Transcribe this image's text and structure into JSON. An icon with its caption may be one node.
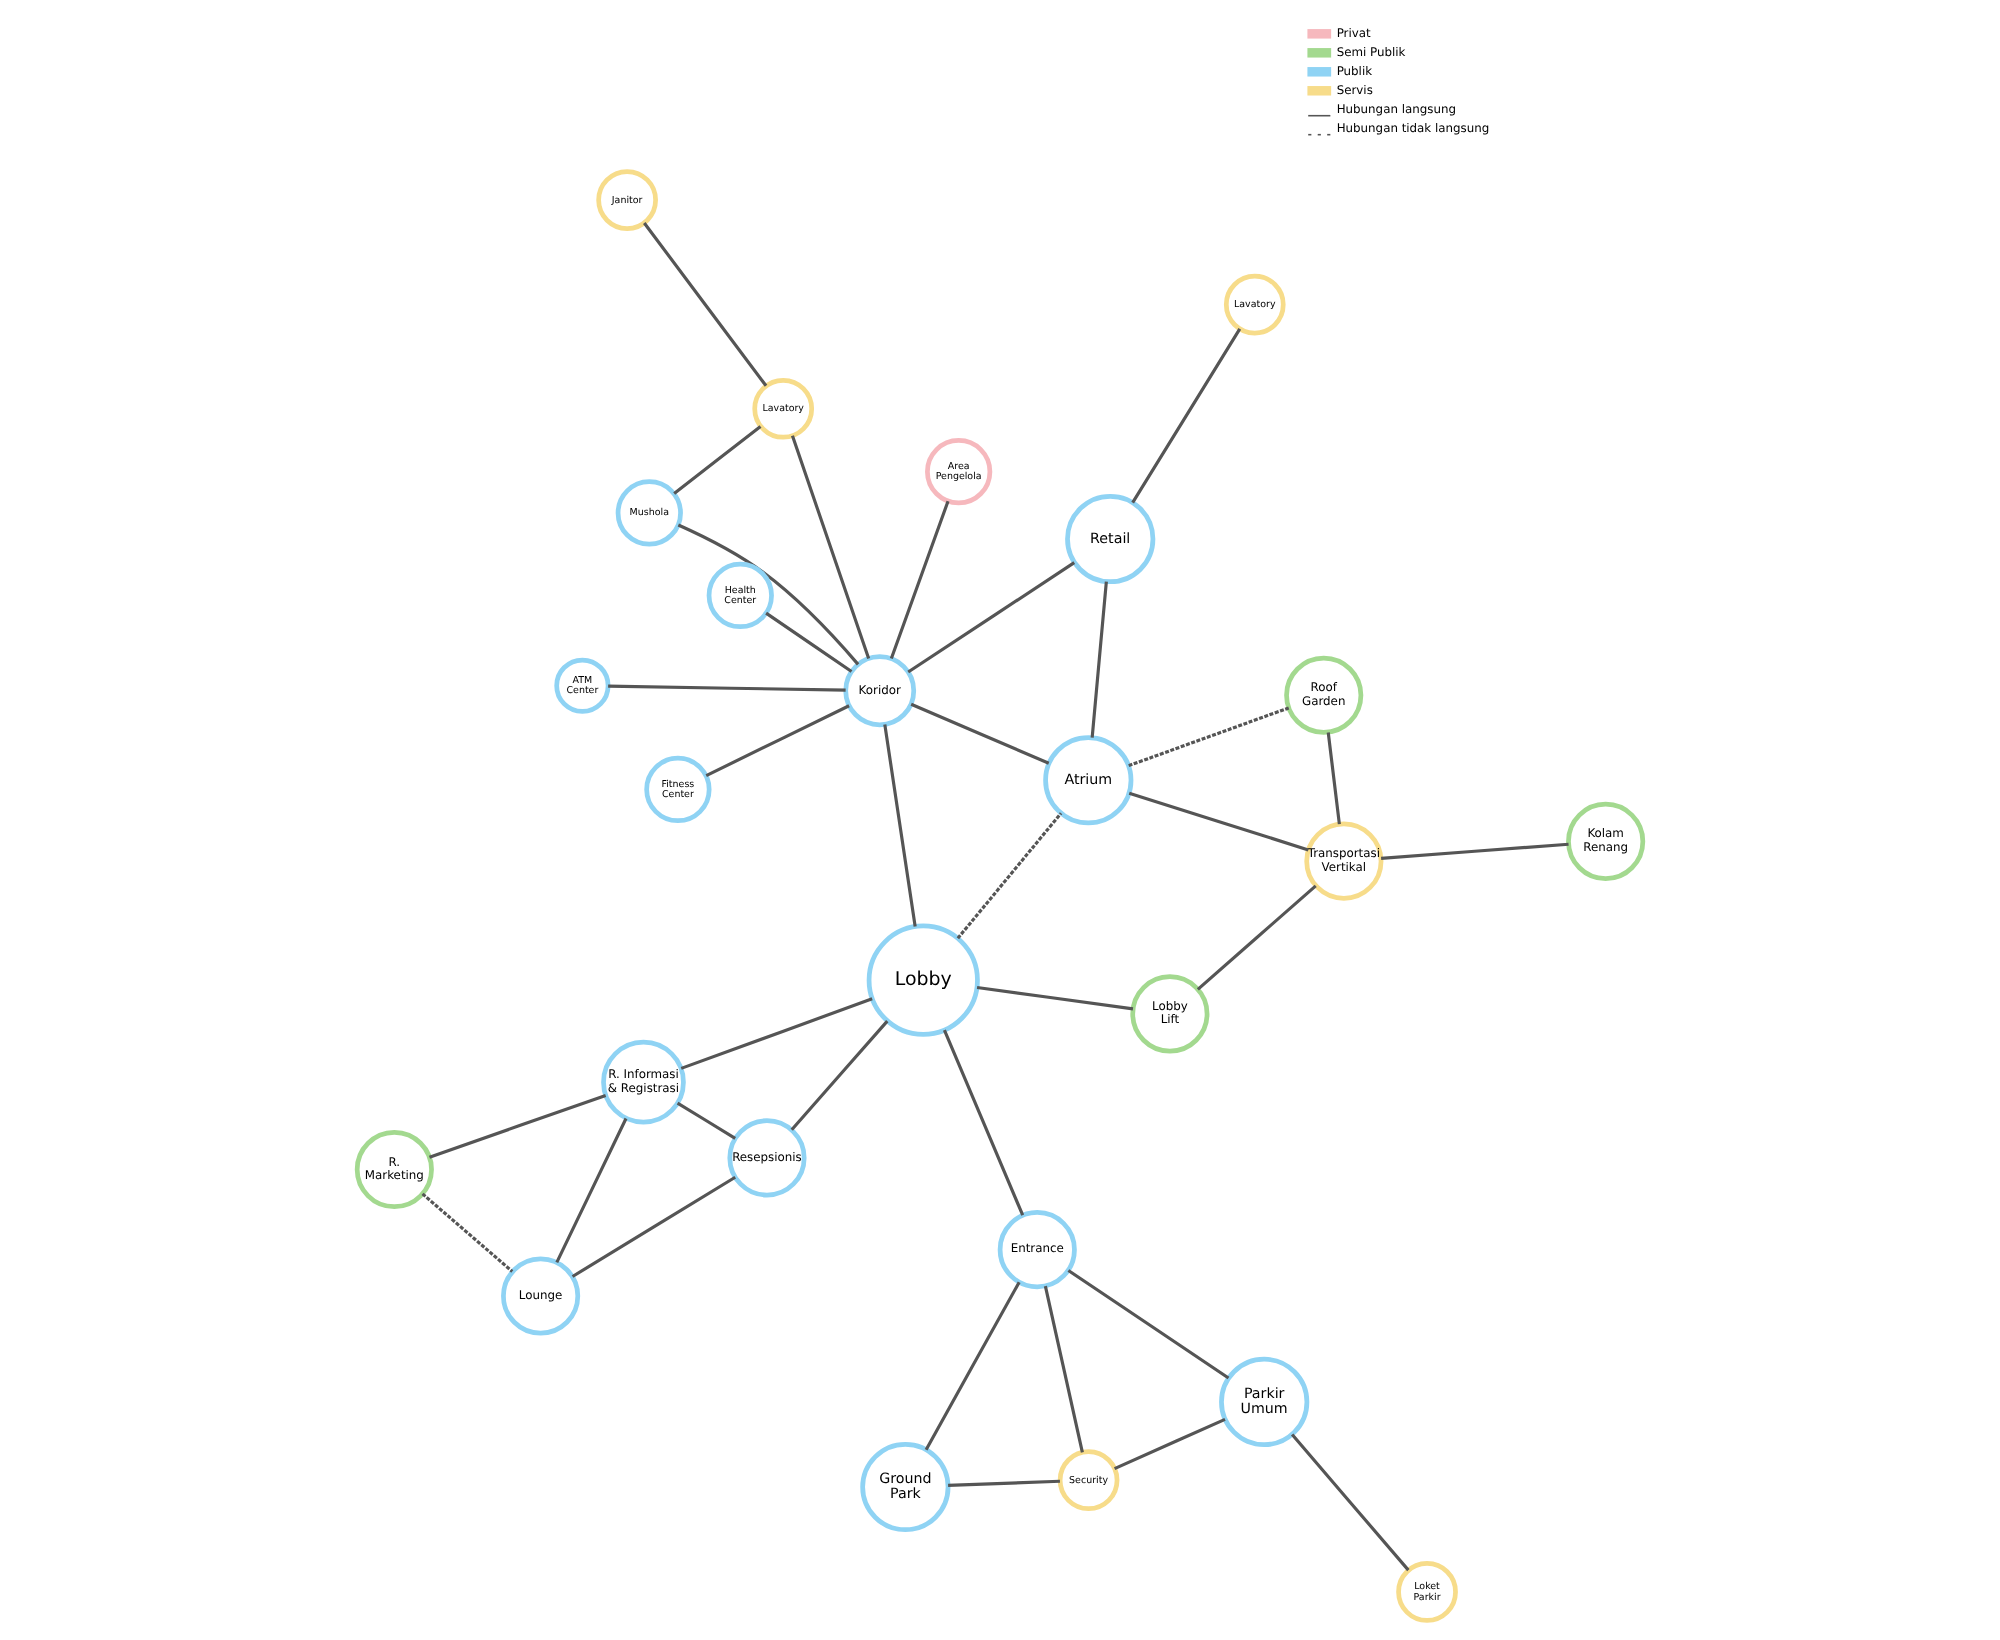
{
  "diagram": {
    "nodes": [
      {
        "text": [
          "Loket Parkir"
        ]
      },
      {
        "text": [
          "Parkir Umum"
        ]
      },
      {
        "text": [
          "Security"
        ]
      },
      {
        "text": [
          "Ground Park"
        ]
      },
      {
        "text": [
          "Entrance"
        ]
      },
      {
        "text": [
          "R. Marketing"
        ]
      },
      {
        "text": [
          "Lounge"
        ]
      },
      {
        "text": [
          "Resepsionis"
        ]
      },
      {
        "text": [
          "R. Informasi & Registrasi"
        ]
      },
      {
        "text": [
          "Lobby"
        ]
      },
      {
        "text": [
          "Lobby Lift"
        ]
      },
      {
        "text": [
          "Transportasi Vertikal"
        ]
      },
      {
        "text": [
          "Kolam Renang"
        ]
      },
      {
        "text": [
          "Roof Garden"
        ]
      },
      {
        "text": [
          "Atrium"
        ]
      },
      {
        "text": [
          "Janitor"
        ]
      },
      {
        "text": [
          "Lavatory"
        ]
      },
      {
        "text": [
          "Mushola"
        ]
      },
      {
        "text": [
          "Area Pengelola"
        ]
      },
      {
        "text": [
          "Koridor"
        ]
      },
      {
        "text": [
          "Health Center"
        ]
      },
      {
        "text": [
          "ATM Center"
        ]
      },
      {
        "text": [
          "Fitness Center"
        ]
      },
      {
        "text": [
          "Retail"
        ]
      },
      {
        "text": [
          "Lavatory"
        ]
      }
    ],
    "edges": [
      {
        "from": 0,
        "to": 1,
        "arrow": "none"
      },
      {
        "from": 1,
        "to": 2,
        "arrow": "none"
      },
      {
        "from": 1,
        "to": 4,
        "arrow": "none"
      },
      {
        "from": 2,
        "to": 3,
        "arrow": "none"
      },
      {
        "from": 2,
        "to": 4,
        "arrow": "none"
      },
      {
        "from": 3,
        "to": 4,
        "arrow": "none"
      },
      {
        "from": 4,
        "to": 9,
        "arrow": "none"
      },
      {
        "from": 5,
        "to": 6,
        "arrow": "none",
        "style": "dashed"
      },
      {
        "from": 5,
        "to": 8,
        "arrow": "none"
      },
      {
        "from": 6,
        "to": 8,
        "arrow": "none"
      },
      {
        "from": 6,
        "to": 7,
        "arrow": "none"
      },
      {
        "from": 7,
        "to": 8,
        "arrow": "none"
      },
      {
        "from": 7,
        "to": 9,
        "arrow": "none"
      },
      {
        "from": 8,
        "to": 9,
        "arrow": "none"
      },
      {
        "from": 9,
        "to": 10,
        "arrow": "none"
      },
      {
        "from": 9,
        "to": 14,
        "arrow": "none",
        "style": "dashed"
      },
      {
        "from": 9,
        "to": 19,
        "arrow": "none"
      },
      {
        "from": 10,
        "to": 11,
        "arrow": "none"
      },
      {
        "from": 11,
        "to": 12,
        "arrow": "none"
      },
      {
        "from": 11,
        "to": 13,
        "arrow": "none"
      },
      {
        "from": 11,
        "to": 14,
        "arrow": "none"
      },
      {
        "from": 13,
        "to": 14,
        "arrow": "none",
        "style": "dashed"
      },
      {
        "from": 15,
        "to": 16,
        "arrow": "none"
      },
      {
        "from": 16,
        "to": 17,
        "arrow": "none"
      },
      {
        "from": 16,
        "to": 19,
        "arrow": "none"
      },
      {
        "from": 17,
        "to": 19,
        "arrow": "none"
      },
      {
        "from": 18,
        "to": 19,
        "arrow": "none"
      },
      {
        "from": 19,
        "to": 20,
        "arrow": "none"
      },
      {
        "from": 19,
        "to": 21,
        "arrow": "none"
      },
      {
        "from": 19,
        "to": 22,
        "arrow": "none"
      },
      {
        "from": 19,
        "to": 23,
        "arrow": "none"
      },
      {
        "from": 19,
        "to": 14,
        "arrow": "none"
      },
      {
        "from": 14,
        "to": 23,
        "arrow": "none"
      },
      {
        "from": 23,
        "to": 24,
        "arrow": "none"
      }
    ],
    "legend": [
      {
        "text": "Privat",
        "color": "#f6b8bd"
      },
      {
        "text": "Semi Publik",
        "color": "#a3d98f"
      },
      {
        "text": "Publik",
        "color": "#8fd3f4"
      },
      {
        "text": "Servis",
        "color": "#f7dc8a"
      },
      {
        "text": "Hubungan langsung"
      },
      {
        "text": "Hubungan tidak langsung"
      }
    ]
  }
}
